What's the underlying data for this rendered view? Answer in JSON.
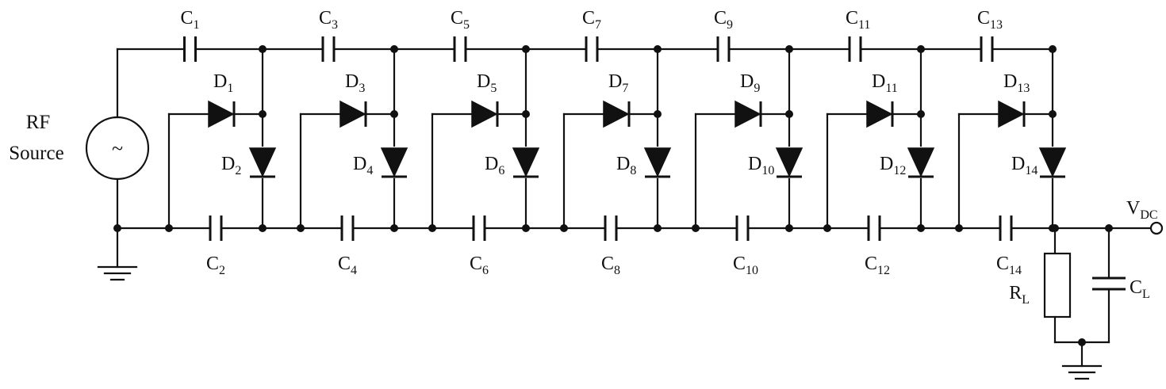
{
  "source": {
    "label_line1": "RF",
    "label_line2": "Source",
    "symbol": "~"
  },
  "stages": [
    {
      "c_top": {
        "main": "C",
        "sub": "1"
      },
      "c_bot": {
        "main": "C",
        "sub": "2"
      },
      "d_horiz": {
        "main": "D",
        "sub": "1"
      },
      "d_vert": {
        "main": "D",
        "sub": "2"
      }
    },
    {
      "c_top": {
        "main": "C",
        "sub": "3"
      },
      "c_bot": {
        "main": "C",
        "sub": "4"
      },
      "d_horiz": {
        "main": "D",
        "sub": "3"
      },
      "d_vert": {
        "main": "D",
        "sub": "4"
      }
    },
    {
      "c_top": {
        "main": "C",
        "sub": "5"
      },
      "c_bot": {
        "main": "C",
        "sub": "6"
      },
      "d_horiz": {
        "main": "D",
        "sub": "5"
      },
      "d_vert": {
        "main": "D",
        "sub": "6"
      }
    },
    {
      "c_top": {
        "main": "C",
        "sub": "7"
      },
      "c_bot": {
        "main": "C",
        "sub": "8"
      },
      "d_horiz": {
        "main": "D",
        "sub": "7"
      },
      "d_vert": {
        "main": "D",
        "sub": "8"
      }
    },
    {
      "c_top": {
        "main": "C",
        "sub": "9"
      },
      "c_bot": {
        "main": "C",
        "sub": "10"
      },
      "d_horiz": {
        "main": "D",
        "sub": "9"
      },
      "d_vert": {
        "main": "D",
        "sub": "10"
      }
    },
    {
      "c_top": {
        "main": "C",
        "sub": "11"
      },
      "c_bot": {
        "main": "C",
        "sub": "12"
      },
      "d_horiz": {
        "main": "D",
        "sub": "11"
      },
      "d_vert": {
        "main": "D",
        "sub": "12"
      }
    },
    {
      "c_top": {
        "main": "C",
        "sub": "13"
      },
      "c_bot": {
        "main": "C",
        "sub": "14"
      },
      "d_horiz": {
        "main": "D",
        "sub": "13"
      },
      "d_vert": {
        "main": "D",
        "sub": "14"
      }
    }
  ],
  "load": {
    "resistor": {
      "main": "R",
      "sub": "L"
    },
    "capacitor": {
      "main": "C",
      "sub": "L"
    },
    "output": {
      "main": "V",
      "sub": "DC"
    }
  }
}
